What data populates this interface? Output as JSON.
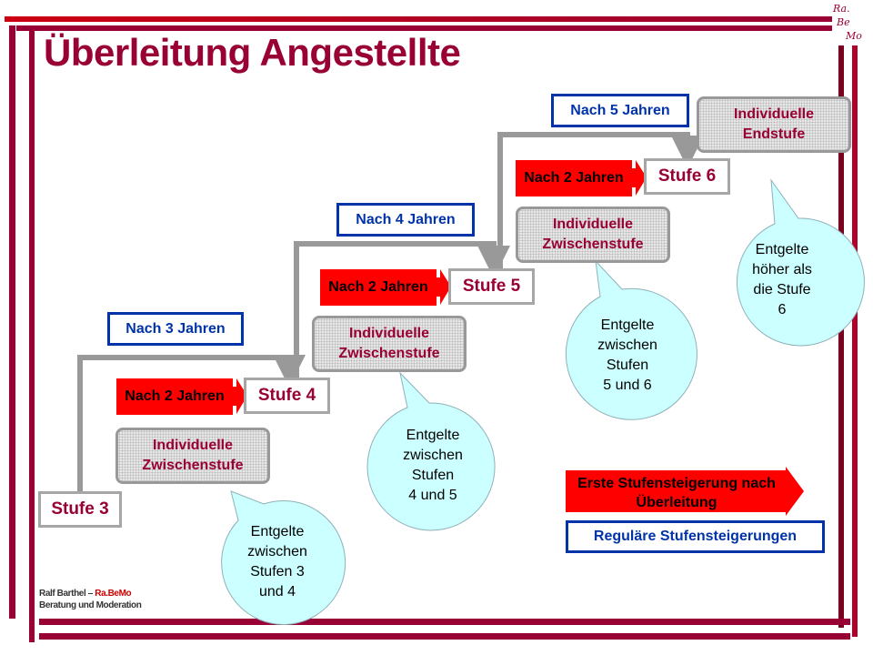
{
  "title": "Überleitung Angestellte",
  "logo": {
    "line1": "Ra.",
    "line2": "Be",
    "line3": "Mo"
  },
  "stufen": [
    "Stufe 3",
    "Stufe 4",
    "Stufe 5",
    "Stufe 6"
  ],
  "nach_2": "Nach 2 Jahren",
  "nach_jahren": [
    "Nach 3 Jahren",
    "Nach 4 Jahren",
    "Nach 5 Jahren"
  ],
  "zwischenstufe": {
    "line1": "Individuelle",
    "line2": "Zwischenstufe"
  },
  "endstufe": {
    "line1": "Individuelle",
    "line2": "Endstufe"
  },
  "bubbles": [
    [
      "Entgelte",
      "zwischen",
      "Stufen 3",
      "und 4"
    ],
    [
      "Entgelte",
      "zwischen",
      "Stufen",
      "4 und 5"
    ],
    [
      "Entgelte",
      "zwischen",
      "Stufen",
      "5 und 6"
    ],
    [
      "Entgelte",
      "höher als",
      "die Stufe",
      "6"
    ]
  ],
  "legend": {
    "red": "Erste Stufensteigerung nach Überleitung",
    "blue": "Reguläre Stufensteigerungen"
  },
  "footer": {
    "line1_a": "Ralf Barthel – ",
    "line1_b": "Ra.BeMo",
    "line2": "Beratung und Moderation"
  },
  "colors": {
    "maroon": "#990033",
    "red": "#ff0000",
    "blue": "#0033aa",
    "bubble": "#ccffff"
  }
}
